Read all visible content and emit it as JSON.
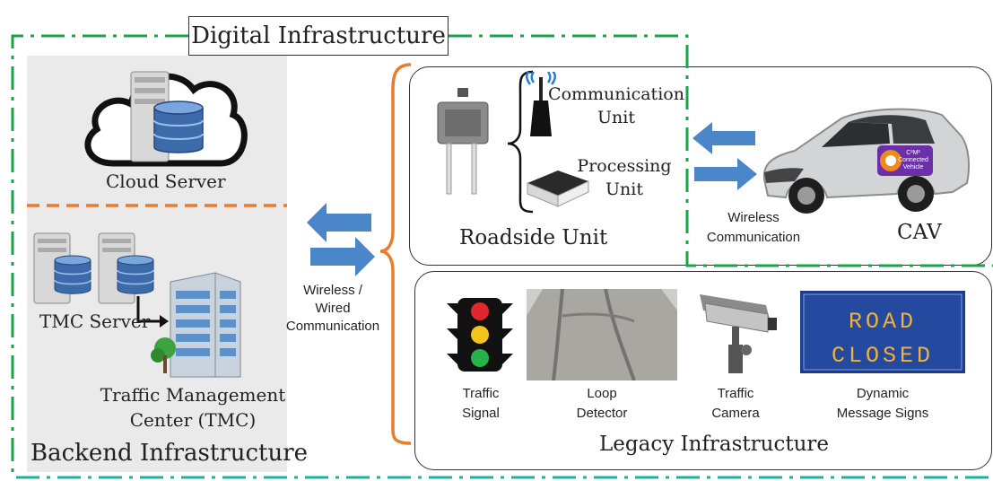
{
  "digital": {
    "title": "Digital Infrastructure"
  },
  "backend": {
    "title": "Backend Infrastructure",
    "cloud_label": "Cloud Server",
    "tmc_server_label": "TMC Server",
    "tmc_label_line1": "Traffic Management",
    "tmc_label_line2": "Center (TMC)"
  },
  "link_left": {
    "line1": "Wireless /",
    "line2": "Wired",
    "line3": "Communication"
  },
  "rsu": {
    "title": "Roadside Unit",
    "comm_line1": "Communication",
    "comm_line2": "Unit",
    "proc_line1": "Processing",
    "proc_line2": "Unit"
  },
  "link_right": {
    "line1": "Wireless",
    "line2": "Communication"
  },
  "cav": {
    "title": "CAV",
    "badge_line1": "C²M²",
    "badge_line2": "Connected",
    "badge_line3": "Vehicle"
  },
  "legacy": {
    "title": "Legacy Infrastructure",
    "items": [
      {
        "line1": "Traffic",
        "line2": "Signal"
      },
      {
        "line1": "Loop",
        "line2": "Detector"
      },
      {
        "line1": "Traffic",
        "line2": "Camera"
      },
      {
        "line1": "Dynamic",
        "line2": "Message Signs"
      }
    ],
    "sign_line1": "ROAD",
    "sign_line2": "CLOSED"
  },
  "colors": {
    "green_dash": "#1aa34a",
    "orange": "#e87d2e",
    "arrow_blue": "#4a86c8",
    "panel_gray": "#eaeaea",
    "sign_amber": "#f2b13a",
    "sign_blue": "#1e3c8c"
  },
  "icons": [
    "cloud-icon",
    "server-icon",
    "database-icon",
    "building-icon",
    "arrow-icon",
    "antenna-icon",
    "rsu-device-icon",
    "processing-box-icon",
    "car-icon",
    "traffic-light-icon",
    "camera-icon"
  ]
}
